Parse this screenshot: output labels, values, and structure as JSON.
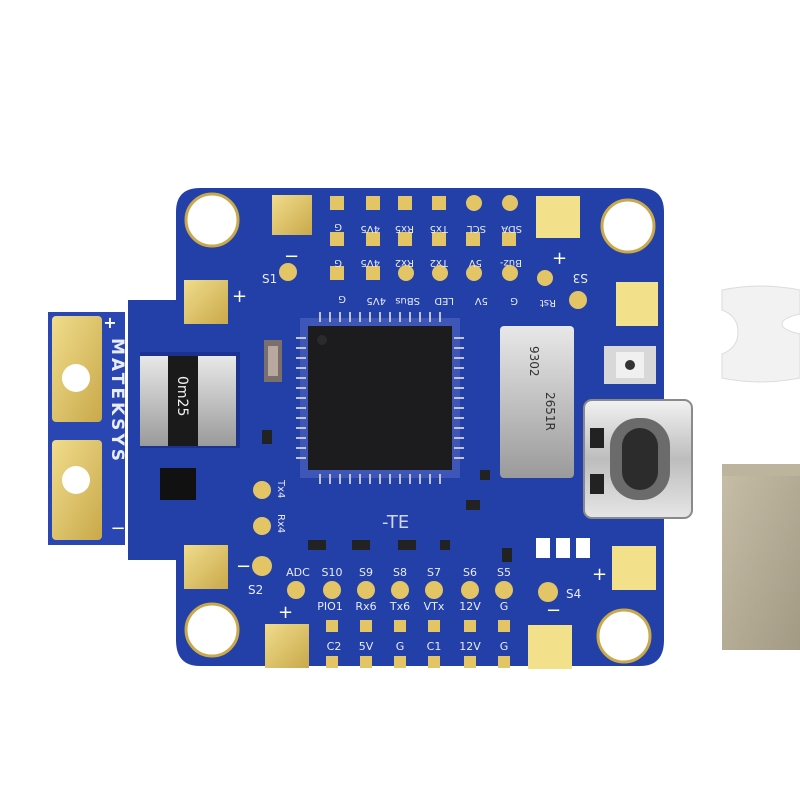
{
  "board": {
    "brand": "MATEKSYS",
    "variant_mark": "-TE",
    "shunt_marking": "0m25",
    "crystal_marking": [
      "9302",
      "2651R"
    ],
    "top_pad_labels_row1": [
      "G",
      "4V5",
      "Rx5",
      "Tx5",
      "SCL",
      "SDA"
    ],
    "top_pad_labels_row2": [
      "G",
      "4V5",
      "Rx2",
      "Tx2",
      "5V",
      "Buz-"
    ],
    "top_pad_labels_row3": [
      "G",
      "4V5",
      "SBus",
      "LED",
      "5V",
      "G",
      "Rst"
    ],
    "side_labels": {
      "s1": "S1",
      "s2": "S2",
      "s3": "S3",
      "s4": "S4",
      "tx4": "Tx4",
      "rx4": "Rx4"
    },
    "bottom_header": [
      "ADC",
      "S10",
      "S9",
      "S8",
      "S7",
      "S6",
      "S5"
    ],
    "bottom_row1": [
      "PIO1",
      "Rx6",
      "Tx6",
      "VTx",
      "12V",
      "G"
    ],
    "bottom_row2": [
      "C2",
      "5V",
      "G",
      "C1",
      "12V",
      "G"
    ],
    "polarity_plus": "+",
    "polarity_minus": "−"
  },
  "colors": {
    "pcb": "#2340a8",
    "pcb_dark": "#1b3290",
    "gold": "#e3c565",
    "gold_pad": "#f2e08a",
    "silk": "#e8ecf7"
  }
}
